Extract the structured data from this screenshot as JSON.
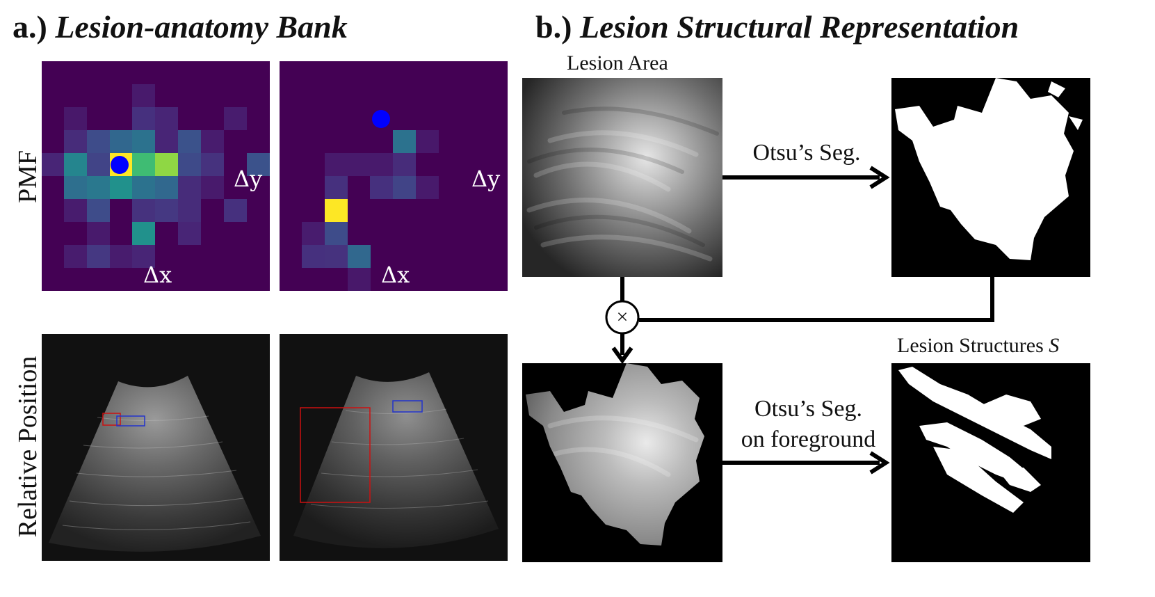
{
  "panel_a": {
    "prefix": "a.)",
    "title": "Lesion-anatomy Bank",
    "row_labels": [
      "PMF",
      "Relative Position"
    ],
    "pmf_axis_labels": {
      "dx": "Δx",
      "dy": "Δy"
    }
  },
  "panel_b": {
    "prefix": "b.)",
    "title": "Lesion Structural Representation",
    "caption_lesion_area": "Lesion Area",
    "caption_structures": "Lesion Structures",
    "caption_structures_symbol": "S",
    "arrow_top_label": "Otsu’s Seg.",
    "arrow_bottom_label_line1": "Otsu’s Seg.",
    "arrow_bottom_label_line2": "on foreground",
    "multiply_symbol": "×"
  },
  "colors": {
    "heat_bg": "#440154",
    "heat_dot": "#0000ff",
    "heat_yellow": "#fde725",
    "heat_green": "#8fd744",
    "ultrasound_box_red": "#cc1111",
    "ultrasound_box_blue": "#2233cc"
  }
}
